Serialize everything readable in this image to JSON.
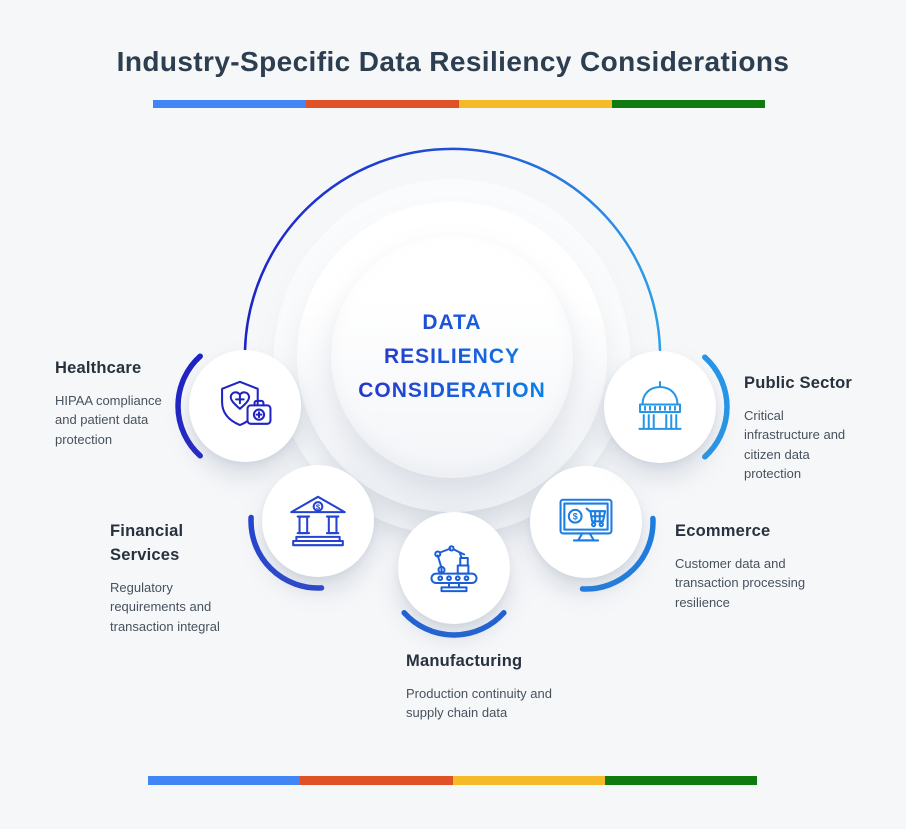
{
  "title": "Industry-Specific Data Resiliency Considerations",
  "center": {
    "lines": [
      "DATA",
      "RESILIENCY",
      "CONSIDERATION"
    ]
  },
  "divider_colors": [
    "#4285F4",
    "#DF5127",
    "#F4BA29",
    "#0F7A0F"
  ],
  "colors": {
    "background": "#F6F7F9",
    "title": "#2C3E50",
    "heading": "#28323E",
    "body": "#47525E",
    "center_text_from": "#2B2EC6",
    "center_text_to": "#0983EC",
    "big_arc_from": "#1D23C6",
    "big_arc_to": "#2F9FE6"
  },
  "sectors": [
    {
      "name": "Healthcare",
      "description": "HIPAA compliance and patient data protection",
      "icon": "shield-heart-medical-bag-icon",
      "accent": "#1F24C4"
    },
    {
      "name": "Financial Services",
      "description": "Regulatory requirements and transaction integral",
      "icon": "bank-building-icon",
      "accent": "#2443CF"
    },
    {
      "name": "Manufacturing",
      "description": "Production continuity and supply chain data",
      "icon": "robot-arm-conveyor-icon",
      "accent": "#1A5FD8"
    },
    {
      "name": "Ecommerce",
      "description": "Customer data and transaction processing resilience",
      "icon": "monitor-dollar-cart-icon",
      "accent": "#1B7CE2"
    },
    {
      "name": "Public Sector",
      "description": "Critical infrastructure and citizen data protection",
      "icon": "government-dome-icon",
      "accent": "#2596E8"
    }
  ]
}
